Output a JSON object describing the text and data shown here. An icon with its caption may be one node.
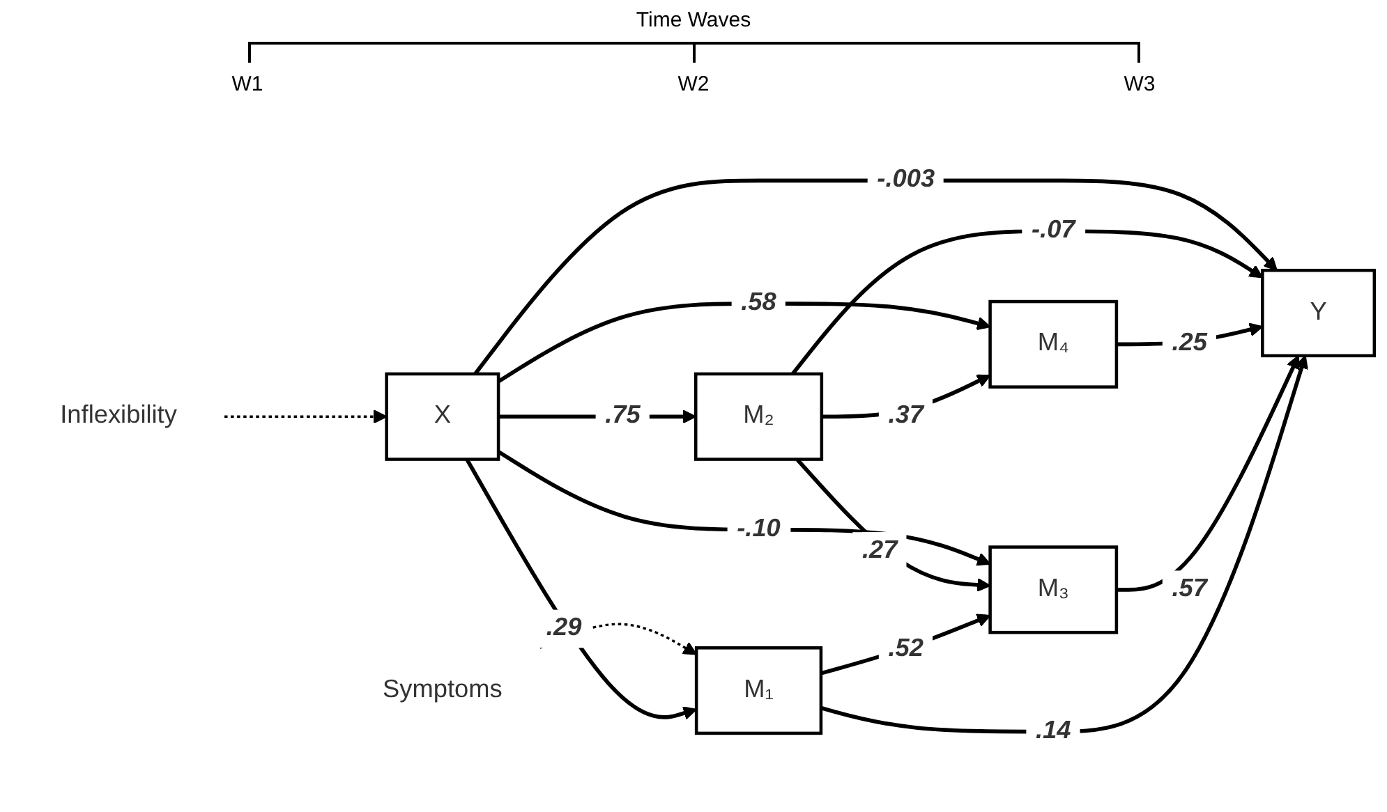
{
  "diagram": {
    "nodes": [
      {
        "text": [
          "Inflexibility"
        ]
      },
      {
        "text": [
          "X"
        ]
      },
      {
        "text": [
          "M₂"
        ]
      },
      {
        "text": [
          "M₄"
        ]
      },
      {
        "text": [
          "Symptoms"
        ]
      },
      {
        "text": [
          "M₁"
        ]
      },
      {
        "text": [
          "M₃"
        ]
      },
      {
        "text": [
          "Y"
        ]
      }
    ],
    "edges": [
      {
        "from": 0,
        "to": 1,
        "arrow": "to",
        "style": "dashed"
      },
      {
        "from": 4,
        "to": 5,
        "arrow": "to",
        "style": "dashed"
      },
      {
        "from": 1,
        "to": 2,
        "arrow": "to",
        "label": ".75"
      },
      {
        "from": 1,
        "to": 5,
        "arrow": "to",
        "label": ".29"
      },
      {
        "from": 1,
        "to": 6,
        "arrow": "to",
        "label": "-.10"
      },
      {
        "from": 1,
        "to": 3,
        "arrow": "to",
        "label": ".58"
      },
      {
        "from": 1,
        "to": 7,
        "arrow": "to",
        "label": "-.003"
      },
      {
        "from": 2,
        "to": 3,
        "arrow": "to",
        "label": ".37"
      },
      {
        "from": 2,
        "to": 6,
        "arrow": "to",
        "label": ".27"
      },
      {
        "from": 2,
        "to": 7,
        "arrow": "to",
        "label": "-.07"
      },
      {
        "from": 3,
        "to": 7,
        "arrow": "to",
        "label": ".25"
      },
      {
        "from": 5,
        "to": 6,
        "arrow": "to",
        "label": ".52"
      },
      {
        "from": 6,
        "to": 7,
        "arrow": "to",
        "label": ".57"
      },
      {
        "from": 5,
        "to": 7,
        "arrow": "to",
        "label": ".14"
      }
    ],
    "labels": [
      "Time Waves",
      "W1",
      "W2",
      "W3"
    ]
  }
}
